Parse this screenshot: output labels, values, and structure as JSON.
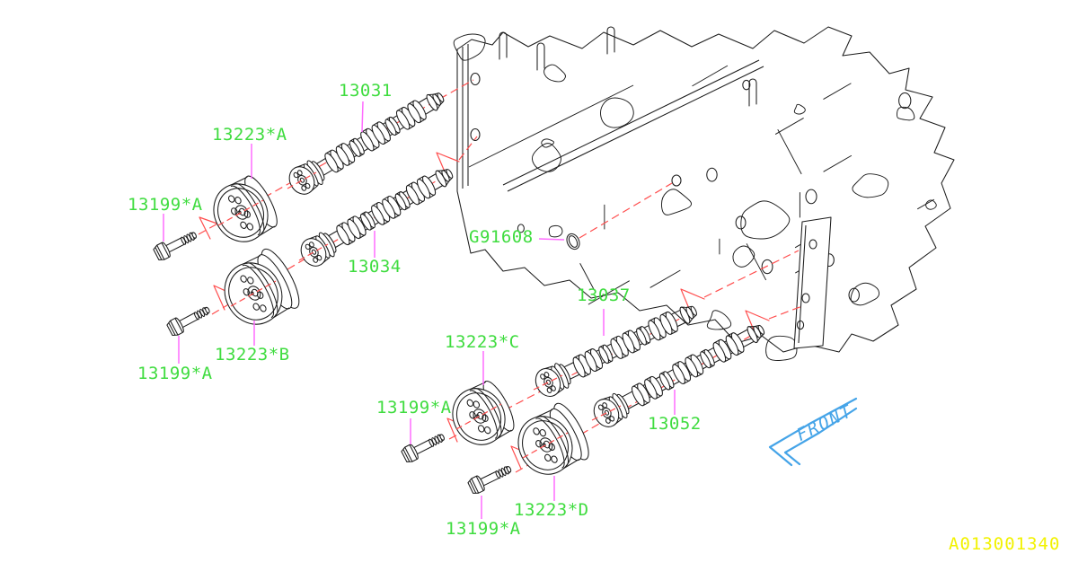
{
  "labels": {
    "cam1": "13031",
    "cam2": "13034",
    "cam3": "13037",
    "cam4": "13052",
    "sprocketA": "13223*A",
    "sprocketB": "13223*B",
    "sprocketC": "13223*C",
    "sprocketD": "13223*D",
    "bolt": "13199*A",
    "oring": "G91608",
    "front": "FRONT",
    "sheet_id": "A013001340"
  },
  "colors": {
    "label": "#3fdc3f",
    "leader": "#ff6cff",
    "axis": "#ff4d4d",
    "front": "#45a4e8",
    "sheet": "#f2f200",
    "line": "#1c1c1c"
  }
}
